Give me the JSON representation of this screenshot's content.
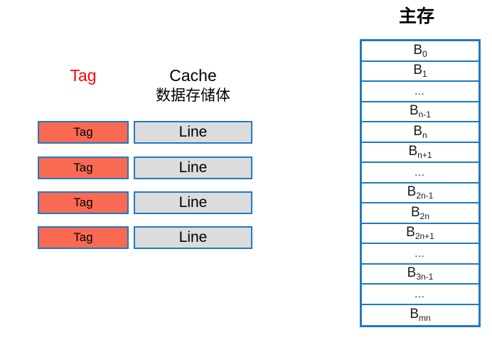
{
  "cache": {
    "header_tag": "Tag",
    "header_cache_en": "Cache",
    "header_cache_cn": "数据存储体",
    "tag_color": "#FF0000",
    "tag_fill": "#FA6A52",
    "line_fill": "#DCDCDC",
    "border_color": "#1F7AC4",
    "rows": [
      {
        "tag": "Tag",
        "line": "Line"
      },
      {
        "tag": "Tag",
        "line": "Line"
      },
      {
        "tag": "Tag",
        "line": "Line"
      },
      {
        "tag": "Tag",
        "line": "Line"
      }
    ]
  },
  "main_memory": {
    "title": "主存",
    "border_color": "#1F7AC4",
    "blocks": [
      {
        "base": "B",
        "sub": "0"
      },
      {
        "base": "B",
        "sub": "1"
      },
      {
        "base": "…",
        "sub": ""
      },
      {
        "base": "B",
        "sub": "n-1"
      },
      {
        "base": "B",
        "sub": "n"
      },
      {
        "base": "B",
        "sub": "n+1"
      },
      {
        "base": "…",
        "sub": ""
      },
      {
        "base": "B",
        "sub": "2n-1"
      },
      {
        "base": "B",
        "sub": "2n"
      },
      {
        "base": "B",
        "sub": "2n+1"
      },
      {
        "base": "…",
        "sub": ""
      },
      {
        "base": "B",
        "sub": "3n-1"
      },
      {
        "base": "…",
        "sub": ""
      },
      {
        "base": "B",
        "sub": "mn"
      }
    ]
  }
}
